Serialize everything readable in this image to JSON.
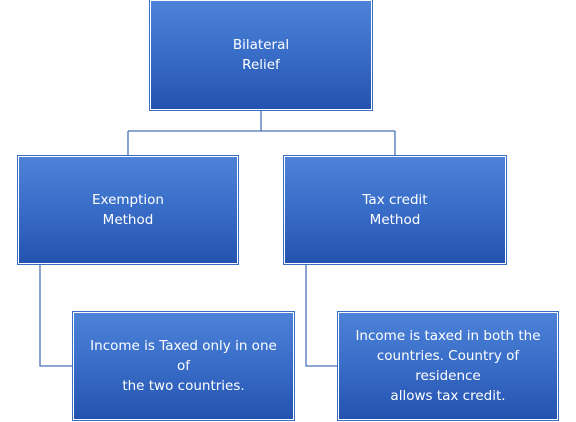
{
  "diagram": {
    "root": {
      "label": "Bilateral\nRelief"
    },
    "methods": [
      {
        "label": "Exemption\nMethod",
        "description": "Income is Taxed only in one of\nthe two countries."
      },
      {
        "label": "Tax credit\nMethod",
        "description": "Income is taxed in both the\ncountries. Country of residence\nallows  tax credit."
      }
    ]
  },
  "colors": {
    "node_fill_top": "#4d82d8",
    "node_fill_bottom": "#2452b0",
    "connector": "#4a72b8",
    "text": "#ffffff"
  }
}
